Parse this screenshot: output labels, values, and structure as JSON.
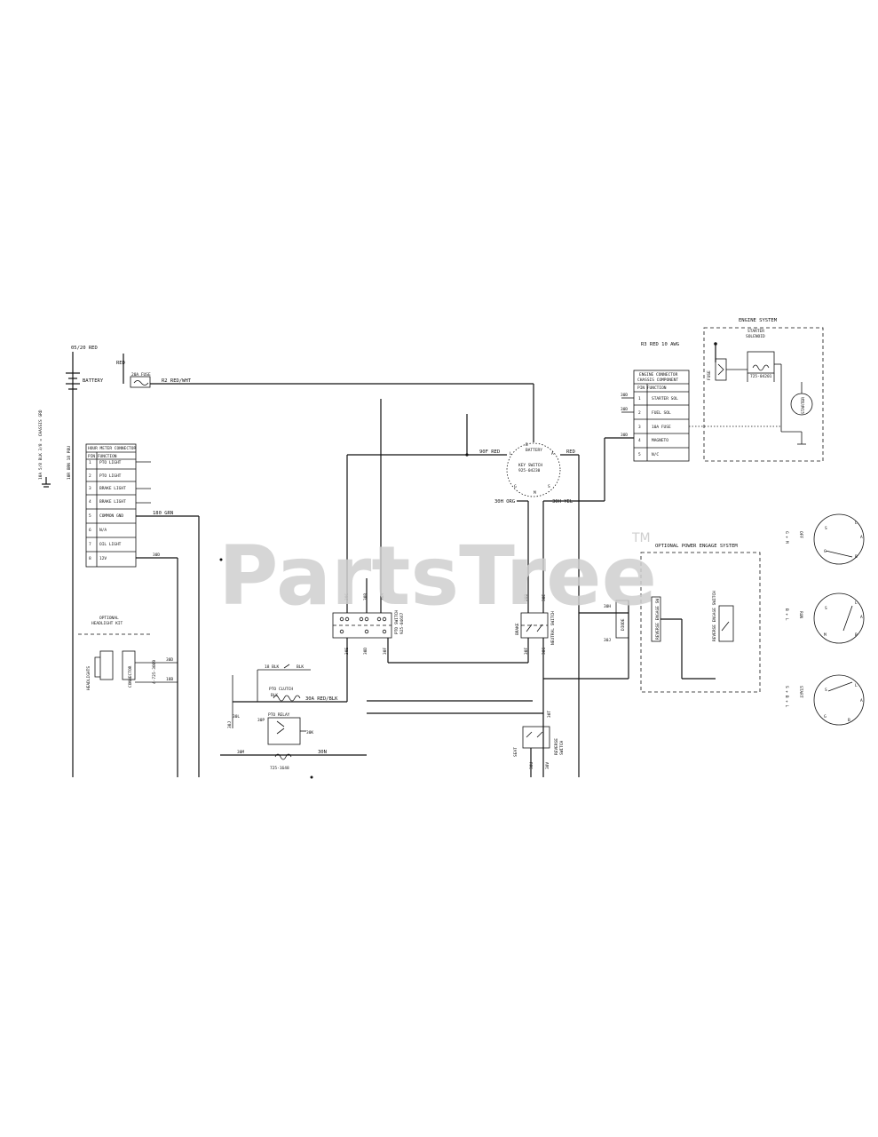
{
  "watermark": {
    "text": "PartsTree",
    "tm": "TM"
  },
  "battery": {
    "label": "BATTERY",
    "pos_wire": "05/20 RED",
    "neg_wire": "10A 5/8 BLK 3/8 = CHASSIS GRD",
    "neg_wire2": "10R BRN 18 PBU"
  },
  "fuse": {
    "label": "20A FUSE",
    "wire": "RED",
    "out_wire": "R2 RED/WHT"
  },
  "instrument_panel": {
    "title": "HOUR METER CONNECTOR",
    "header": "PIN  FUNCTION",
    "rows": [
      {
        "pin": "1",
        "name": "PTO LIGHT"
      },
      {
        "pin": "2",
        "name": "PTO LIGHT"
      },
      {
        "pin": "3",
        "name": "BRAKE LIGHT"
      },
      {
        "pin": "4",
        "name": "BRAKE LIGHT"
      },
      {
        "pin": "5",
        "name": "COMMON GND"
      },
      {
        "pin": "6",
        "name": "N/A"
      },
      {
        "pin": "7",
        "name": "OIL LIGHT"
      },
      {
        "pin": "8",
        "name": "12V"
      }
    ],
    "grn_wire": "180 GRN"
  },
  "headlight_kit": {
    "title": "OPTIONAL",
    "subtitle": "HEADLIGHT KIT",
    "left": "HEADLIGHTS",
    "right": "CONNECTOR"
  },
  "key_switch": {
    "label": "KEY SWITCH",
    "part": "925-04230",
    "battery": "BATTERY",
    "pins": [
      "B",
      "G",
      "S",
      "L",
      "A",
      "M"
    ],
    "wire_top": "90F RED",
    "wire_right": "RED",
    "wire_left_bottom": "30H ORG",
    "wire_right_bottom": "30H YEL"
  },
  "engine_system": {
    "title": "ENGINE SYSTEM",
    "solenoid_title": "STARTER",
    "solenoid_subtitle": "SOLENOID",
    "solenoid_part": "725-04201",
    "fuse": "FUSE",
    "starter": "STARTER",
    "wire_label": "R3 RED 10 AWG"
  },
  "engine_connector": {
    "title": "ENGINE CONNECTOR",
    "subtitle": "CHASSIS COMPONENT",
    "header": "PIN  FUNCTION",
    "rows": [
      {
        "pin": "1",
        "name": "STARTER SOL"
      },
      {
        "pin": "2",
        "name": "FUEL SOL"
      },
      {
        "pin": "3",
        "name": "10A FUSE"
      },
      {
        "pin": "4",
        "name": "MAGNETO"
      },
      {
        "pin": "5",
        "name": "N/C"
      }
    ],
    "wires": [
      "30D",
      "30D",
      "30D"
    ]
  },
  "pto_switch": {
    "label": "PTO SWITCH",
    "part": "925-04667",
    "wires": [
      "30B",
      "30C",
      "30A",
      "30E",
      "30D",
      "30F",
      "30G"
    ]
  },
  "brake_switch": {
    "label": "BRAKE",
    "sublabel": "NEUTRAL SWITCH",
    "wires": [
      "30B",
      "30E",
      "30F",
      "30G"
    ]
  },
  "diode": {
    "label": "DIODE",
    "wires": [
      "30H",
      "30J"
    ]
  },
  "pto_relay": {
    "label": "PTO RELAY",
    "part": "725-1648",
    "wires": [
      "30J",
      "30K",
      "30L",
      "30M",
      "30N",
      "30P"
    ]
  },
  "pto_clutch": {
    "label": "PTO CLUTCH",
    "wire": "BLK",
    "wire2": "30A RED/BLK",
    "wire3": "18 BLK",
    "wire4": "BLK"
  },
  "seat_switch": {
    "label": "SEAT",
    "wires": [
      "30T",
      "30U",
      "30V"
    ]
  },
  "reverse_switch": {
    "label": "REVERSE",
    "sublabel": "SWITCH"
  },
  "optional_power": {
    "title": "OPTIONAL POWER ENGAGE SYSTEM",
    "left": "REVERSE ENGAGE SW",
    "right": "REVERSE ENGAGE SWITCH"
  },
  "switch_positions": [
    {
      "name": "OFF",
      "code": "G + M",
      "letters": [
        "S",
        "L",
        "A",
        "B",
        "G"
      ]
    },
    {
      "name": "RUN",
      "code": "B + L",
      "letters": [
        "S",
        "L",
        "A",
        "M",
        "B"
      ]
    },
    {
      "name": "START",
      "code": "S + B + L",
      "letters": [
        "S",
        "L",
        "A",
        "G",
        "B"
      ]
    }
  ]
}
